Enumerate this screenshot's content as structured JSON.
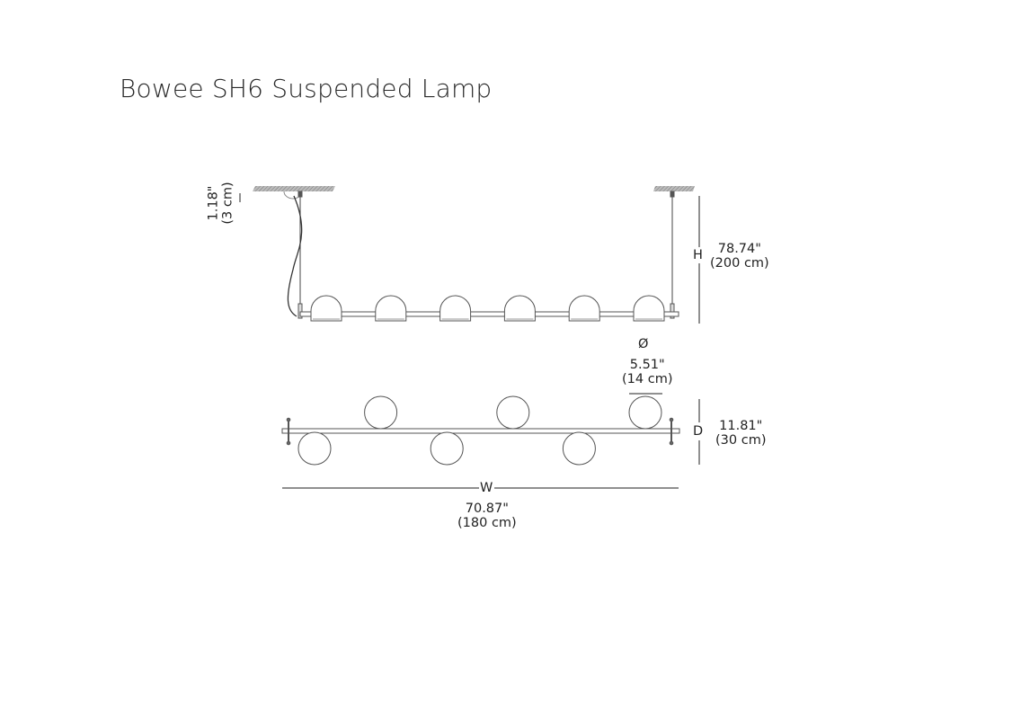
{
  "title": "Bowee SH6 Suspended Lamp",
  "dimensions": {
    "canopy": {
      "imperial": "1.18\"",
      "metric": "(3 cm)"
    },
    "height": {
      "letter": "H",
      "imperial": "78.74\"",
      "metric": "(200 cm)"
    },
    "diameter": {
      "symbol": "Ø",
      "imperial": "5.51\"",
      "metric": "(14 cm)"
    },
    "depth": {
      "letter": "D",
      "imperial": "11.81\"",
      "metric": "(30 cm)"
    },
    "width": {
      "letter": "W",
      "imperial": "70.87\"",
      "metric": "(180 cm)"
    }
  },
  "lamp": {
    "shade_count": 6
  }
}
